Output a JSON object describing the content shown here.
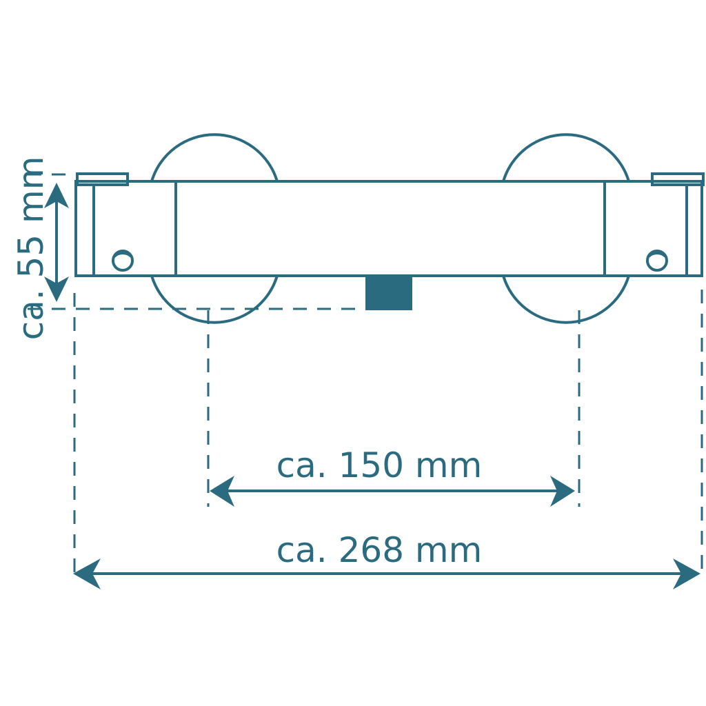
{
  "colors": {
    "stroke": "#2a6b80",
    "background": "#ffffff"
  },
  "dimensions": {
    "height_label": "ca. 55 mm",
    "center_distance_label": "ca. 150 mm",
    "overall_width_label": "ca. 268 mm"
  },
  "parts": {
    "body": "thermostat-bar",
    "left_knob": "left-handle",
    "right_knob": "right-handle",
    "outlet": "threaded-outlet"
  }
}
